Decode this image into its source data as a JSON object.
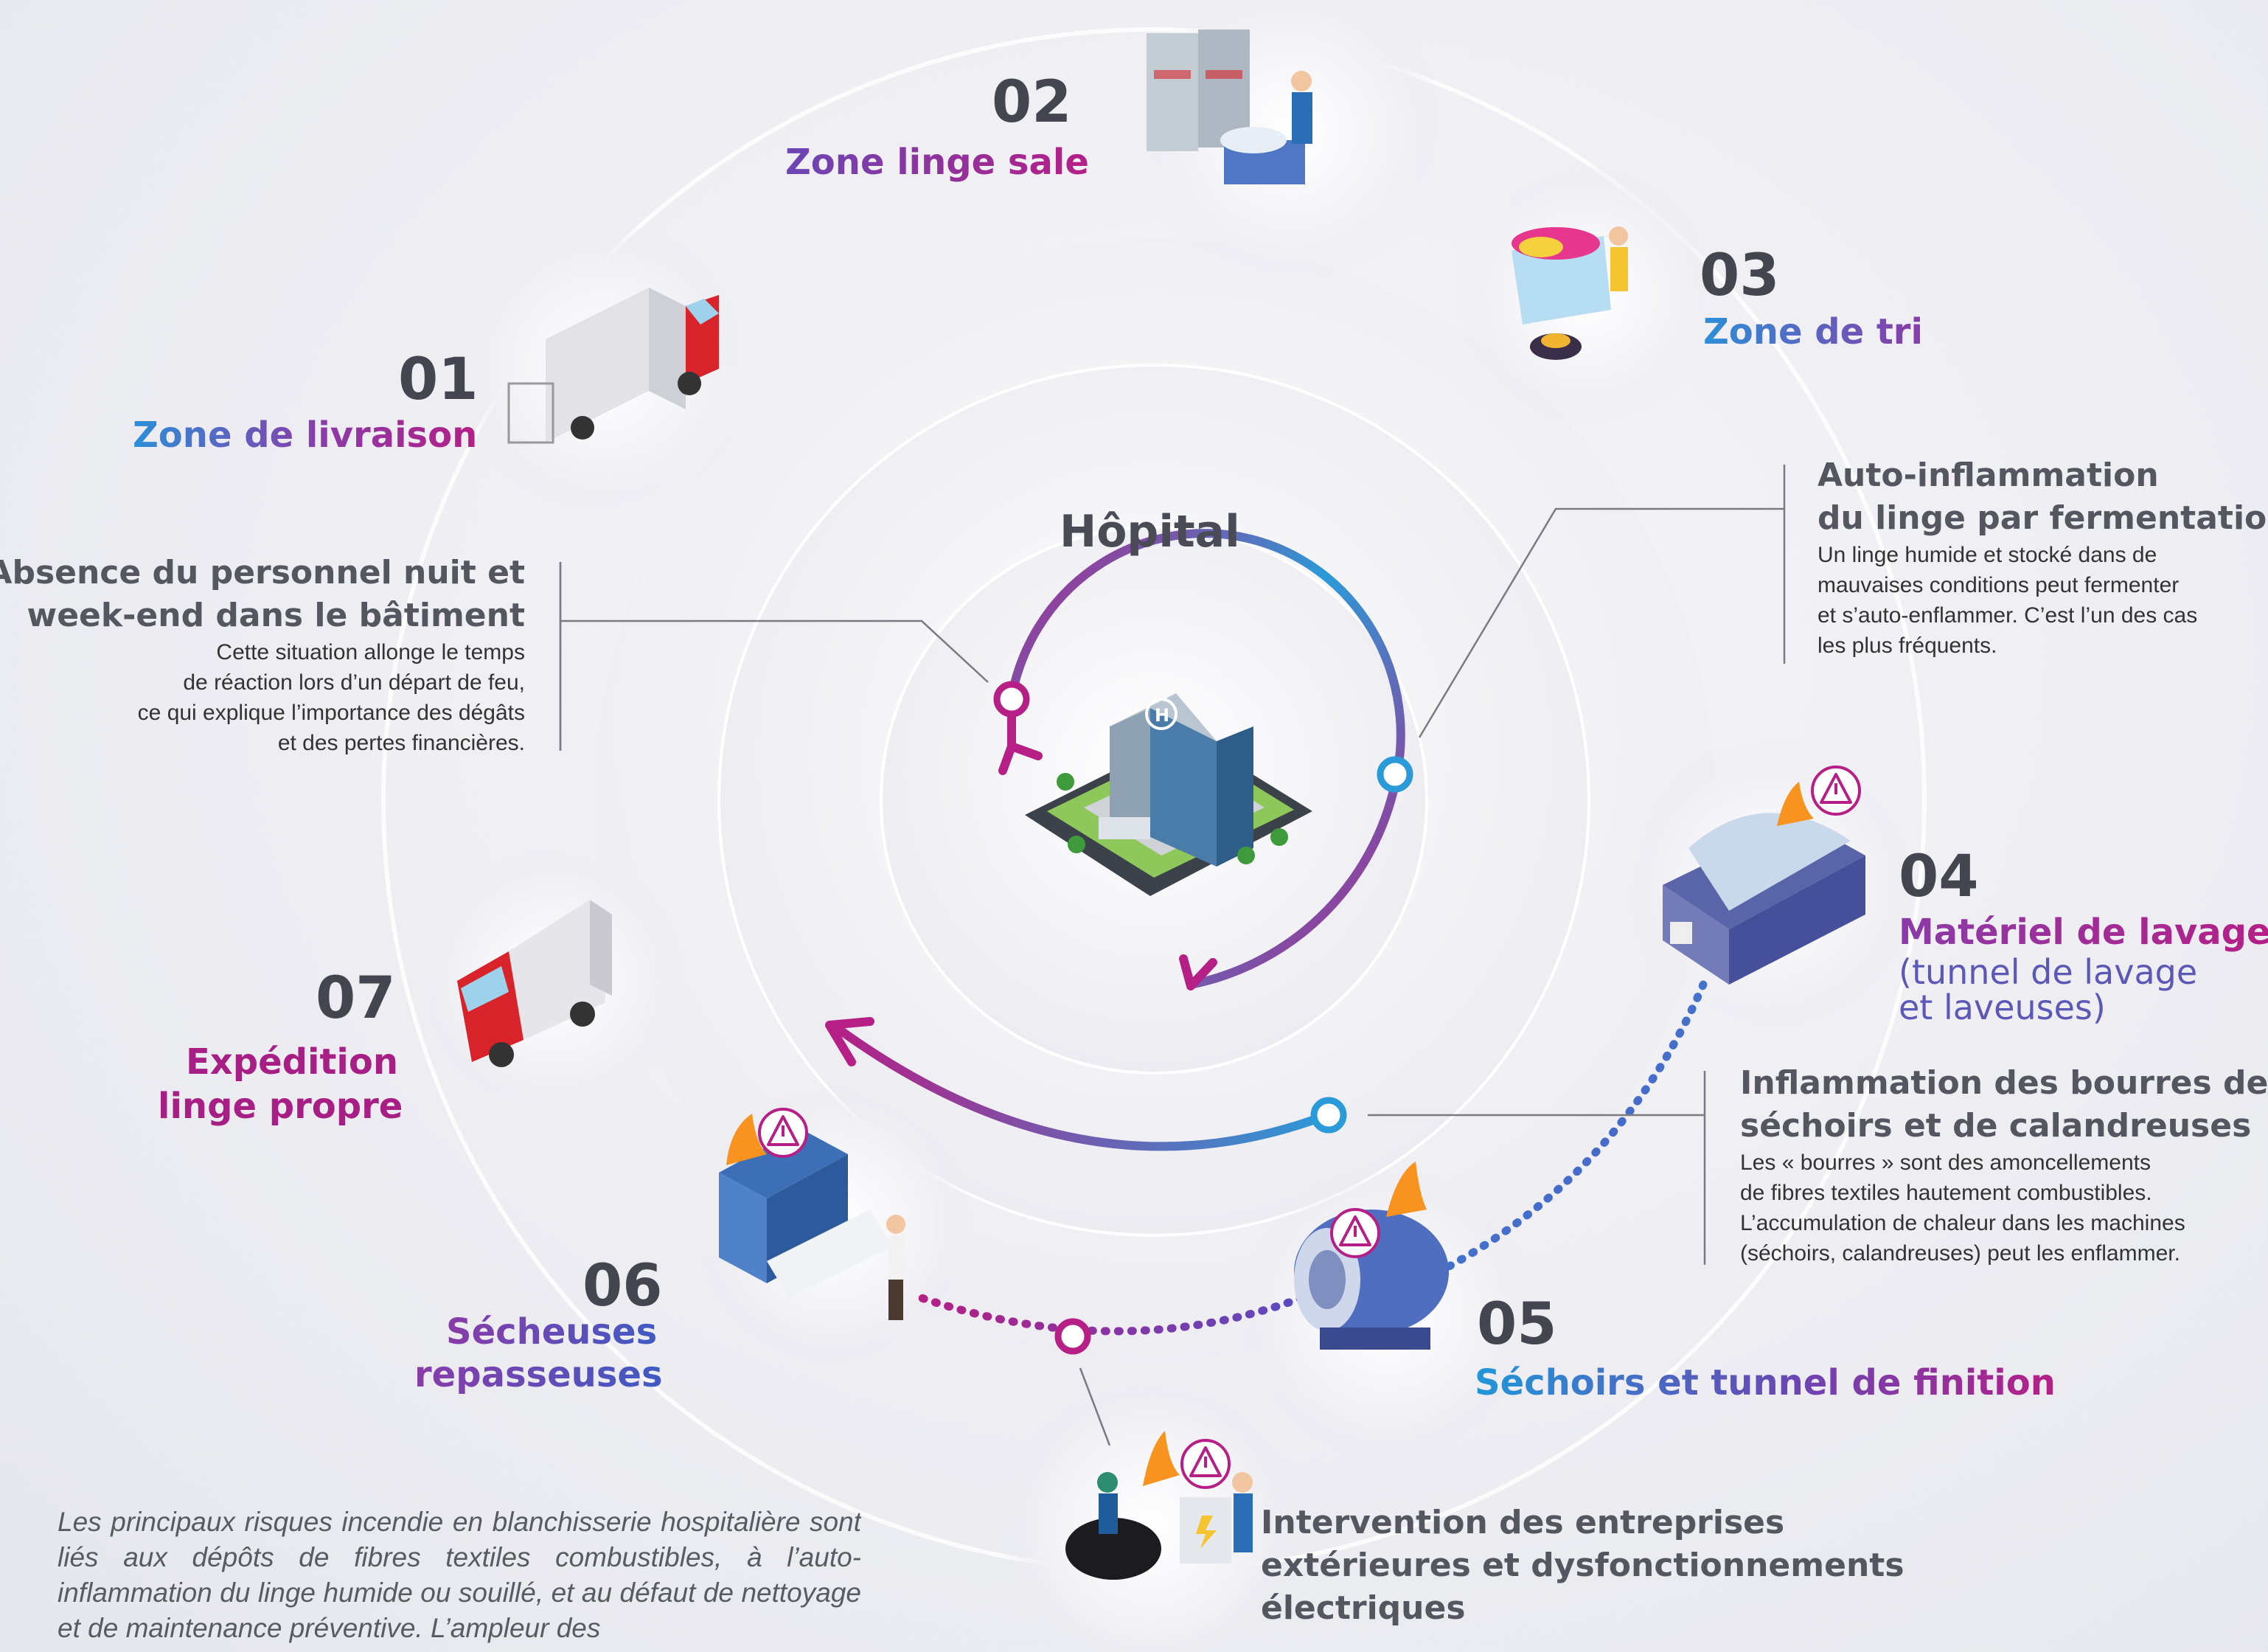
{
  "center": {
    "label": "Hôpital"
  },
  "zones": [
    {
      "num": "01",
      "label": "Zone de livraison"
    },
    {
      "num": "02",
      "label": "Zone linge sale"
    },
    {
      "num": "03",
      "label": "Zone de tri"
    },
    {
      "num": "04",
      "label": "Matériel de lavage",
      "sub_lines": [
        "(tunnel de lavage",
        "et laveuses)"
      ]
    },
    {
      "num": "05",
      "label": "Séchoirs et tunnel de finition"
    },
    {
      "num": "06",
      "label_lines": [
        "Sécheuses",
        "repasseuses"
      ]
    },
    {
      "num": "07",
      "label_lines": [
        "Expédition",
        "linge propre"
      ]
    }
  ],
  "risks": {
    "personnel": {
      "title_lines": [
        "Absence du personnel nuit et",
        "week-end dans le bâtiment"
      ],
      "text_lines": [
        "Cette situation allonge le temps",
        "de réaction lors d’un départ de feu,",
        "ce qui explique l’importance des dégâts",
        "et des pertes financières."
      ]
    },
    "fermentation": {
      "title_lines": [
        "Auto-inflammation",
        "du linge par fermentation"
      ],
      "text_lines": [
        "Un linge humide et stocké dans de",
        "mauvaises conditions peut fermenter",
        "et s’auto-enflammer. C’est l’un des cas",
        "les plus fréquents."
      ]
    },
    "bourres": {
      "title_lines": [
        "Inflammation des bourres de",
        "séchoirs et de calandreuses"
      ],
      "text_lines": [
        "Les « bourres » sont des amoncellements",
        "de fibres textiles hautement combustibles.",
        "L’accumulation de chaleur dans les machines",
        "(séchoirs, calandreuses) peut les enflammer."
      ]
    },
    "intervention": {
      "title_lines": [
        "Intervention des entreprises",
        "extérieures et dysfonctionnements",
        "électriques"
      ]
    }
  },
  "intro_text": "Les principaux risques incendie en blanchisserie hospitalière sont liés aux dépôts de fibres textiles combustibles, à l’auto-inflammation du linge humide ou souillé, et au défaut de nettoyage et de maintenance préventive. L’ampleur des",
  "colors": {
    "blue": "#2b8fd8",
    "violet": "#6a46b4",
    "magenta": "#b51f86",
    "text_gray": "#4a4b55",
    "fire": "#f7931e"
  }
}
